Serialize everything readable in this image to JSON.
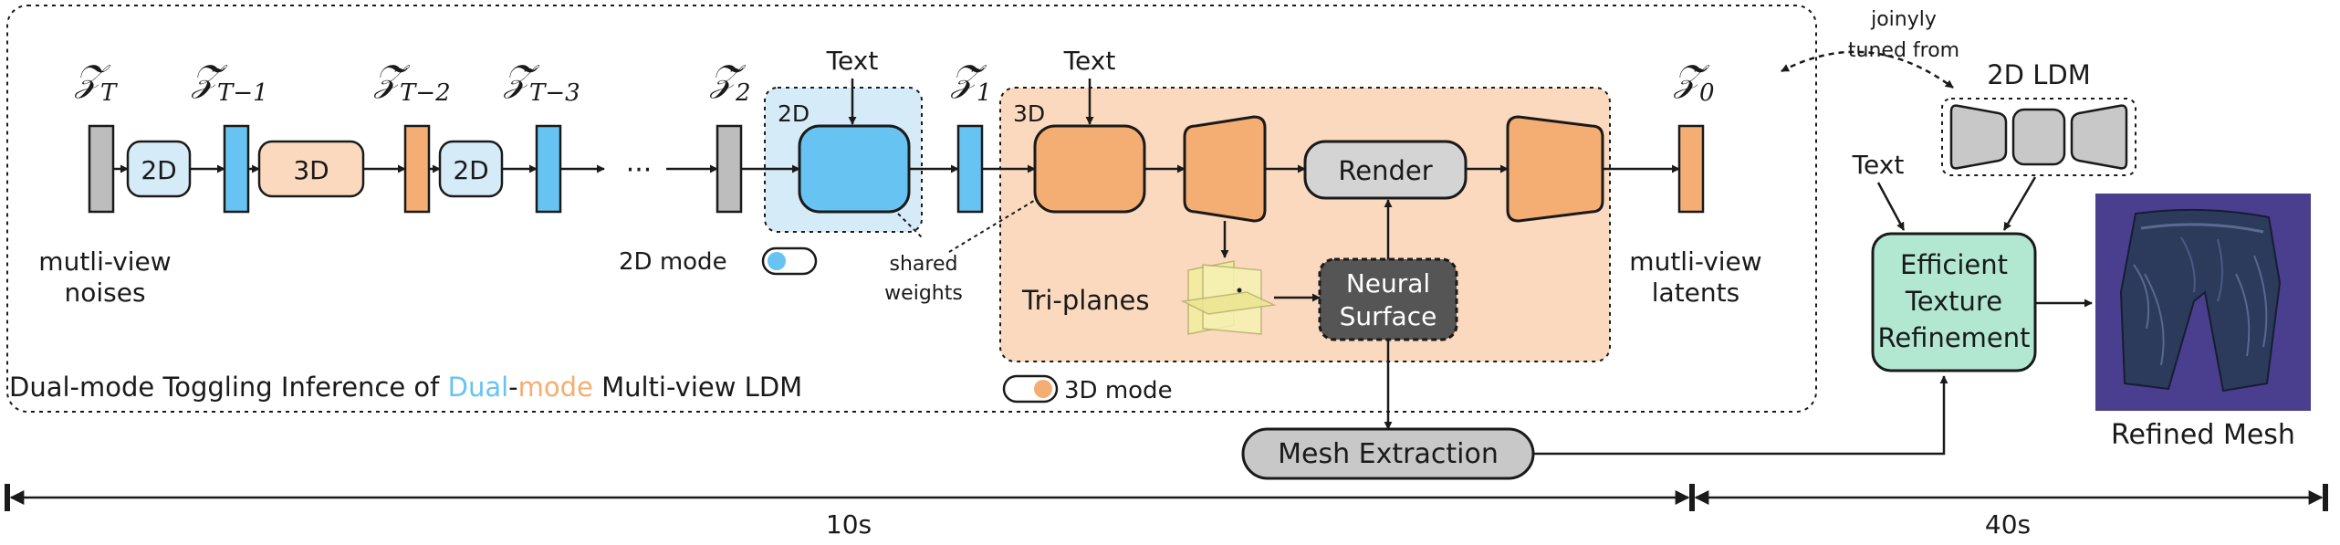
{
  "latents": {
    "zT": {
      "base": "𝒵",
      "sub": "T"
    },
    "zT1": {
      "base": "𝒵̃",
      "sub": "T−1"
    },
    "zT2": {
      "base": "𝒵̃",
      "sub": "T−2"
    },
    "zT3": {
      "base": "𝒵̃",
      "sub": "T−3"
    },
    "z2": {
      "base": "𝒵̃",
      "sub": "2"
    },
    "z1": {
      "base": "𝒵̃",
      "sub": "1"
    },
    "z0": {
      "base": "𝒵̃",
      "sub": "0"
    }
  },
  "labels": {
    "noises_line1": "mutli-view",
    "noises_line2": "noises",
    "latents_line1": "mutli-view",
    "latents_line2": "latents",
    "box_2d_a": "2D",
    "box_3d": "3D",
    "box_2d_b": "2D",
    "ellipsis": "···",
    "region_2d": "2D",
    "region_3d": "3D",
    "text_2d": "Text",
    "text_3d": "Text",
    "mode_2d": "2D mode",
    "mode_3d": "3D mode",
    "shared_line1": "shared",
    "shared_line2": "weights",
    "render": "Render",
    "triplanes": "Tri-planes",
    "neural_line1": "Neural",
    "neural_line2": "Surface",
    "caption_part1": "Dual-mode Toggling Inference of ",
    "caption_dual": "Dual",
    "caption_dash": "-",
    "caption_mode": "mode",
    "caption_part2": " Multi-view LDM",
    "joint_line1": "joinyly",
    "joint_line2": "tuned from",
    "ldm2d": "2D LDM",
    "text_refine": "Text",
    "refine_line1": "Efficient",
    "refine_line2": "Texture",
    "refine_line3": "Refinement",
    "mesh_extraction": "Mesh Extraction",
    "refined_mesh": "Refined Mesh"
  },
  "timeline": {
    "left": "10s",
    "right": "40s"
  },
  "colors": {
    "blue": "#66c3f2",
    "orange": "#f4ad72",
    "gray": "#bdbdbd",
    "region_2d": "#d6ebf8",
    "region_3d": "#fbd9be",
    "teal": "#b2e8d2",
    "dark": "#555555",
    "caption_blue": "#66c3f2",
    "caption_orange": "#f4ad72"
  }
}
